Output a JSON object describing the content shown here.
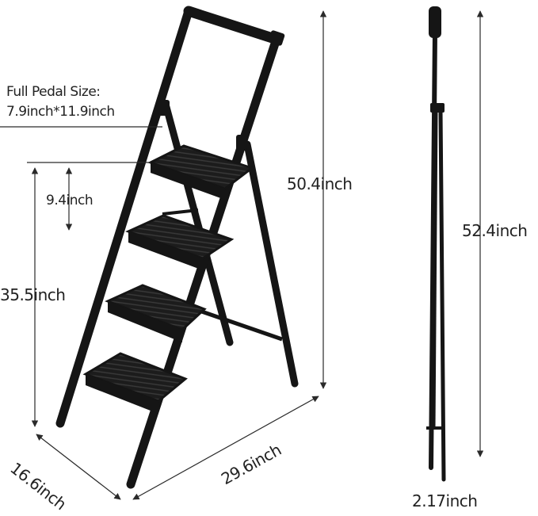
{
  "labels": {
    "pedal_size_title": "Full Pedal Size:",
    "pedal_size_value": "7.9inch*11.9inch",
    "step_spacing": "9.4inch",
    "platform_height": "35.5inch",
    "total_height": "50.4inch",
    "folded_height": "52.4inch",
    "base_depth": "29.6inch",
    "base_width": "16.6inch",
    "folded_thickness": "2.17inch"
  },
  "colors": {
    "ladder": "#151515",
    "tread": "#1c1c1c",
    "dimension_line": "#2a2a2a",
    "text": "#222222",
    "background": "#ffffff"
  }
}
